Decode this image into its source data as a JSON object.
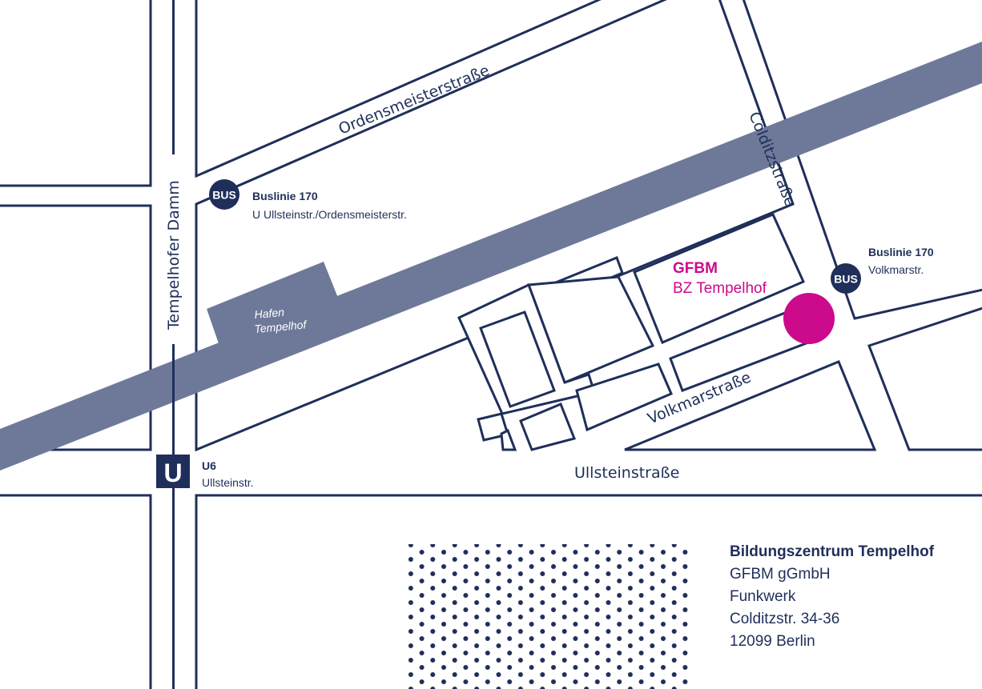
{
  "colors": {
    "line": "#1f2f5a",
    "canal": "#6e799a",
    "brand": "#cc0a8c",
    "background": "#ffffff"
  },
  "streets": {
    "ordensmeister": "Ordensmeisterstraße",
    "colditz": "Colditzstraße",
    "tempelhofer_damm": "Tempelhofer Damm",
    "ullstein": "Ullsteinstraße",
    "volkmar": "Volkmarstraße"
  },
  "harbor": {
    "line1": "Hafen",
    "line2": "Tempelhof"
  },
  "stops": {
    "bus_west": {
      "badge": "BUS",
      "line": "Buslinie 170",
      "name": "U Ullsteinstr./Ordensmeisterstr."
    },
    "bus_east": {
      "badge": "BUS",
      "line": "Buslinie 170",
      "name": "Volkmarstr."
    },
    "subway": {
      "badge": "U",
      "line": "U6",
      "name": "Ullsteinstr."
    }
  },
  "destination": {
    "org": "GFBM",
    "site": "BZ Tempelhof"
  },
  "address": {
    "title": "Bildungszentrum Tempelhof",
    "company": "GFBM gGmbH",
    "building": "Funkwerk",
    "street": "Colditzstr. 34-36",
    "city": "12099 Berlin"
  }
}
